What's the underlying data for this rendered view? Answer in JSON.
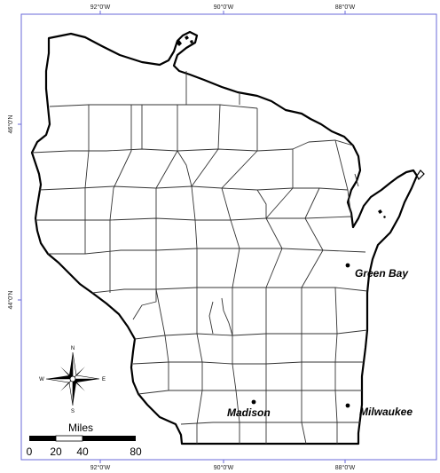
{
  "map": {
    "top_ticks": [
      "92°0'W",
      "90°0'W",
      "88°0'W"
    ],
    "bottom_ticks": [
      "92°0'W",
      "90°0'W",
      "88°0'W"
    ],
    "left_ticks": [
      "46°0'N",
      "44°0'N"
    ],
    "cities": [
      {
        "name": "Green Bay"
      },
      {
        "name": "Madison"
      },
      {
        "name": "Milwaukee"
      }
    ],
    "scale_bar": {
      "title": "Miles",
      "labels": [
        "0",
        "20",
        "40",
        "80"
      ]
    },
    "compass": {
      "letters": [
        "N",
        "E",
        "S",
        "W"
      ]
    },
    "colors": {
      "frame": "#6a6ad8",
      "outline": "#000000",
      "county_lines": "#333333",
      "background": "#ffffff"
    }
  }
}
